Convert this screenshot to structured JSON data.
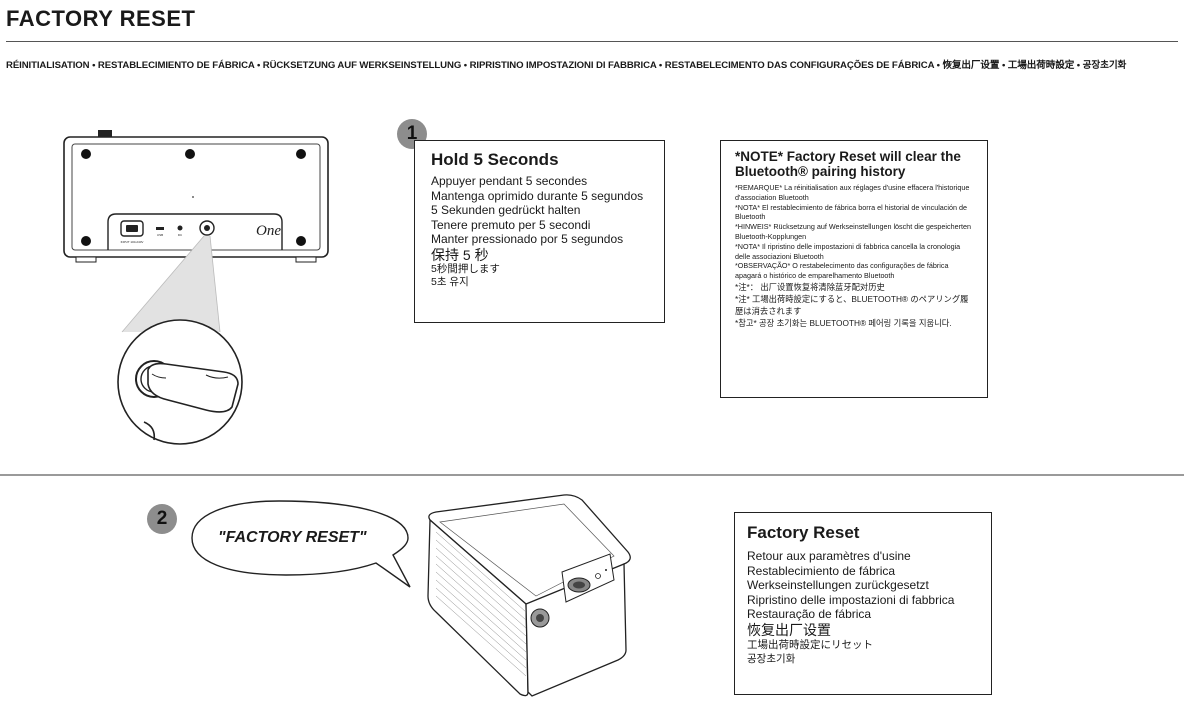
{
  "page": {
    "title": "FACTORY RESET",
    "languages": "RÉINITIALISATION  •  RESTABLECIMIENTO DE FÁBRICA  •  RÜCKSETZUNG AUF WERKSEINSTELLUNG  •  RIPRISTINO IMPOSTAZIONI DI FABBRICA  •  RESTABELECIMENTO DAS CONFIGURAÇÕES DE FÁBRICA  •  恢复出厂设置 • 工場出荷時設定 • 공장초기화"
  },
  "step1": {
    "number": "1",
    "heading": "Hold 5 Seconds",
    "lines": [
      "Appuyer pendant 5 secondes",
      "Mantenga oprimido durante 5 segundos",
      "5 Sekunden gedrückt halten",
      "Tenere premuto per 5 secondi",
      "Manter pressionado por 5 segundos",
      "保持 5 秒",
      "5秒間押します",
      "5초 유지"
    ]
  },
  "note": {
    "heading": "*NOTE* Factory Reset will clear the Bluetooth® pairing history",
    "lines": [
      "*REMARQUE* La réinitialisation aux réglages d'usine effacera l'historique d'association Bluetooth",
      "*NOTA* El restablecimiento de fábrica borra el historial de vinculación de Bluetooth",
      "*HINWEIS* Rücksetzung auf Werkseinstellungen löscht die gespeicherten Bluetooth-Kopplungen",
      "*NOTA* Il ripristino delle impostazioni di fabbrica cancella la cronologia delle associazioni Bluetooth",
      "*OBSERVAÇÃO* O restabelecimento das configurações de fábrica apagará o histórico de emparelhamento Bluetooth"
    ],
    "lines_cjk": [
      "*注*：  出厂设置恢复将清除蓝牙配对历史",
      "*注* 工場出荷時設定にすると、BLUETOOTH® のペアリング履歴は消去されます",
      "*참고* 공장 초기화는 BLUETOOTH® 페어링 기록을 지웁니다."
    ]
  },
  "step2": {
    "number": "2",
    "voice_prompt": "\"FACTORY RESET\""
  },
  "result": {
    "heading": "Factory Reset",
    "lines": [
      "Retour aux paramètres d'usine",
      "Restablecimiento de fábrica",
      "Werkseinstellungen zurückgesetzt",
      "Ripristino delle impostazioni di fabbrica",
      "Restauração de fábrica",
      "恢复出厂设置",
      "工場出荷時設定にリセット",
      "공장초기화"
    ]
  },
  "device": {
    "port_label_power": "INPUT 100-240V",
    "port_label_usb": "USB",
    "port_label_aux": "DC",
    "logo_text": "One"
  }
}
